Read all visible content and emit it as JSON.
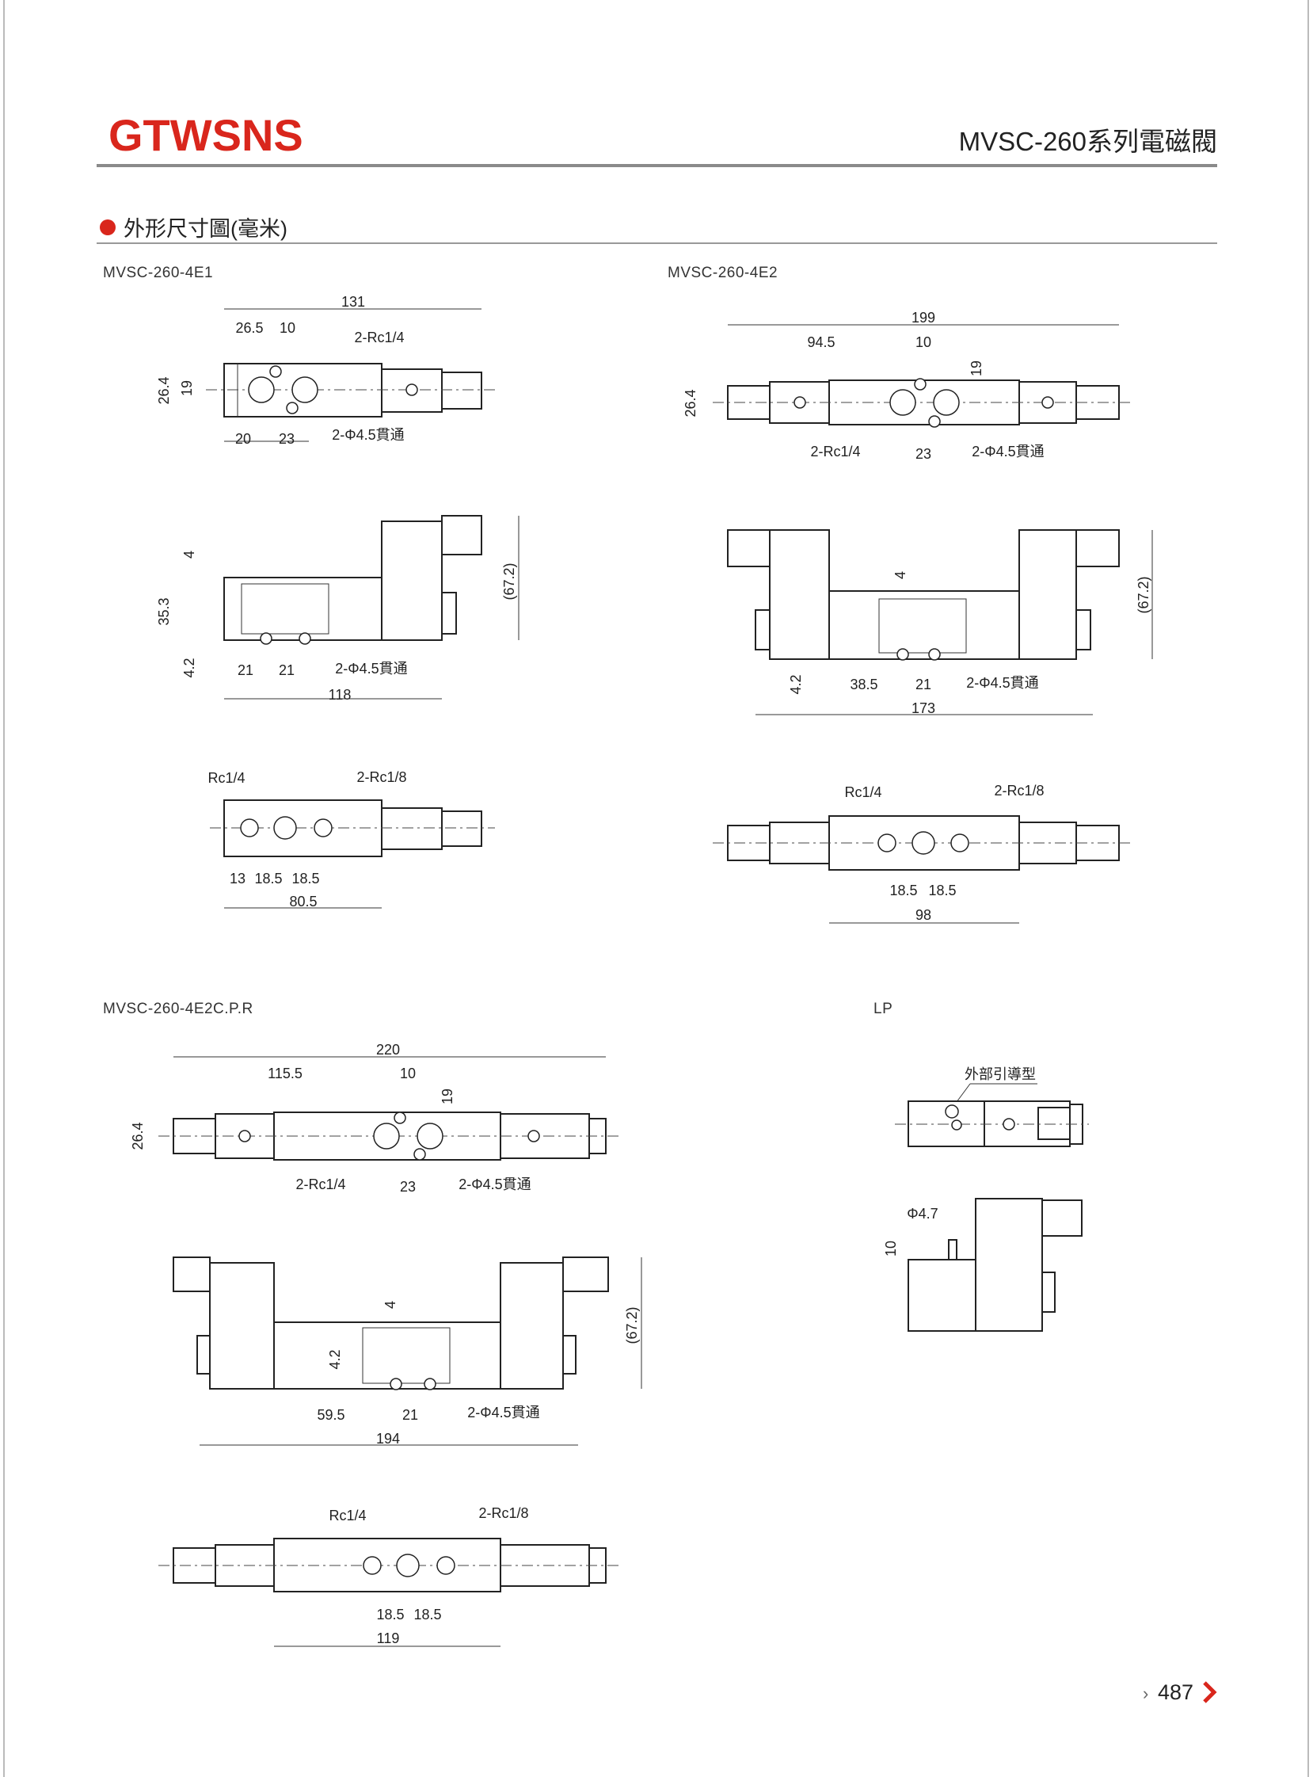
{
  "header": {
    "logo": "GTWSNS",
    "title": "MVSC-260系列電磁閥"
  },
  "section": {
    "heading": "外形尺寸圖(毫米)"
  },
  "colors": {
    "brand": "#d9261c",
    "rule": "#8a8a8a"
  },
  "e1": {
    "label": "MVSC-260-4E1",
    "top": [
      "131",
      "26.5",
      "10",
      "2-Rc1/4",
      "26.4",
      "19",
      "20",
      "23",
      "2-Φ4.5貫通"
    ],
    "side": [
      "4",
      "35.3",
      "4.2",
      "21",
      "21",
      "2-Φ4.5貫通",
      "118",
      "(67.2)"
    ],
    "bottom": [
      "Rc1/4",
      "2-Rc1/8",
      "13",
      "18.5",
      "18.5",
      "80.5"
    ]
  },
  "e2": {
    "label": "MVSC-260-4E2",
    "top": [
      "199",
      "94.5",
      "10",
      "19",
      "26.4",
      "2-Rc1/4",
      "23",
      "2-Φ4.5貫通"
    ],
    "side": [
      "4",
      "(67.2)",
      "4.2",
      "38.5",
      "21",
      "2-Φ4.5貫通",
      "173"
    ],
    "bottom": [
      "Rc1/4",
      "2-Rc1/8",
      "18.5",
      "18.5",
      "98"
    ]
  },
  "e2cpr": {
    "label": "MVSC-260-4E2C.P.R",
    "top": [
      "220",
      "115.5",
      "10",
      "19",
      "26.4",
      "2-Rc1/4",
      "23",
      "2-Φ4.5貫通"
    ],
    "side": [
      "4",
      "(67.2)",
      "4.2",
      "59.5",
      "21",
      "2-Φ4.5貫通",
      "194"
    ],
    "bottom": [
      "Rc1/4",
      "2-Rc1/8",
      "18.5",
      "18.5",
      "119"
    ]
  },
  "lp": {
    "label": "LP",
    "note": "外部引導型",
    "dims": [
      "Φ4.7",
      "10"
    ]
  },
  "footer": {
    "page": "487"
  }
}
